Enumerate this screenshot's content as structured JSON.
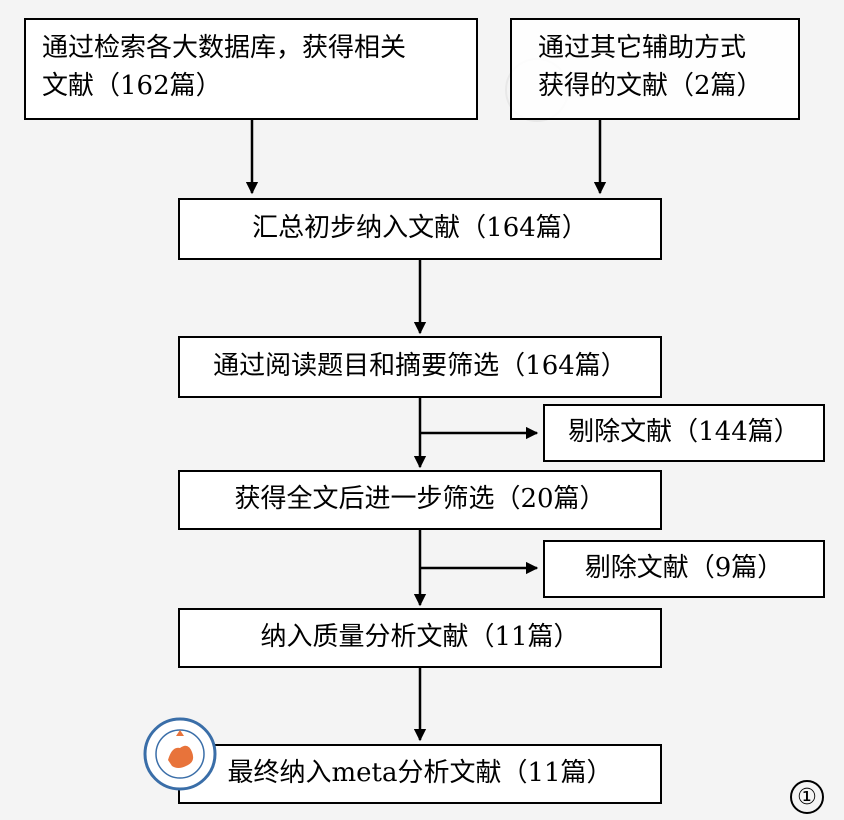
{
  "nodes": {
    "search_db": {
      "line1": "通过检索各大数据库，获得相关",
      "line2": "文献（162篇）"
    },
    "other_means": {
      "line1": "通过其它辅助方式",
      "line2": "获得的文献（2篇）"
    },
    "combined": "汇总初步纳入文献（164篇）",
    "title_abstract": "通过阅读题目和摘要筛选（164篇）",
    "excluded_1": "剔除文献（144篇）",
    "fulltext": "获得全文后进一步筛选（20篇）",
    "excluded_2": "剔除文献（9篇）",
    "quality": "纳入质量分析文献（11篇）",
    "final": "最终纳入meta分析文献（11篇）"
  },
  "figure_number": "①",
  "colors": {
    "stroke": "#000000",
    "box_fill": "#ffffff",
    "background": "#f4f4f4",
    "seal_orange": "#e8733a",
    "seal_blue": "#3a6ea8"
  }
}
